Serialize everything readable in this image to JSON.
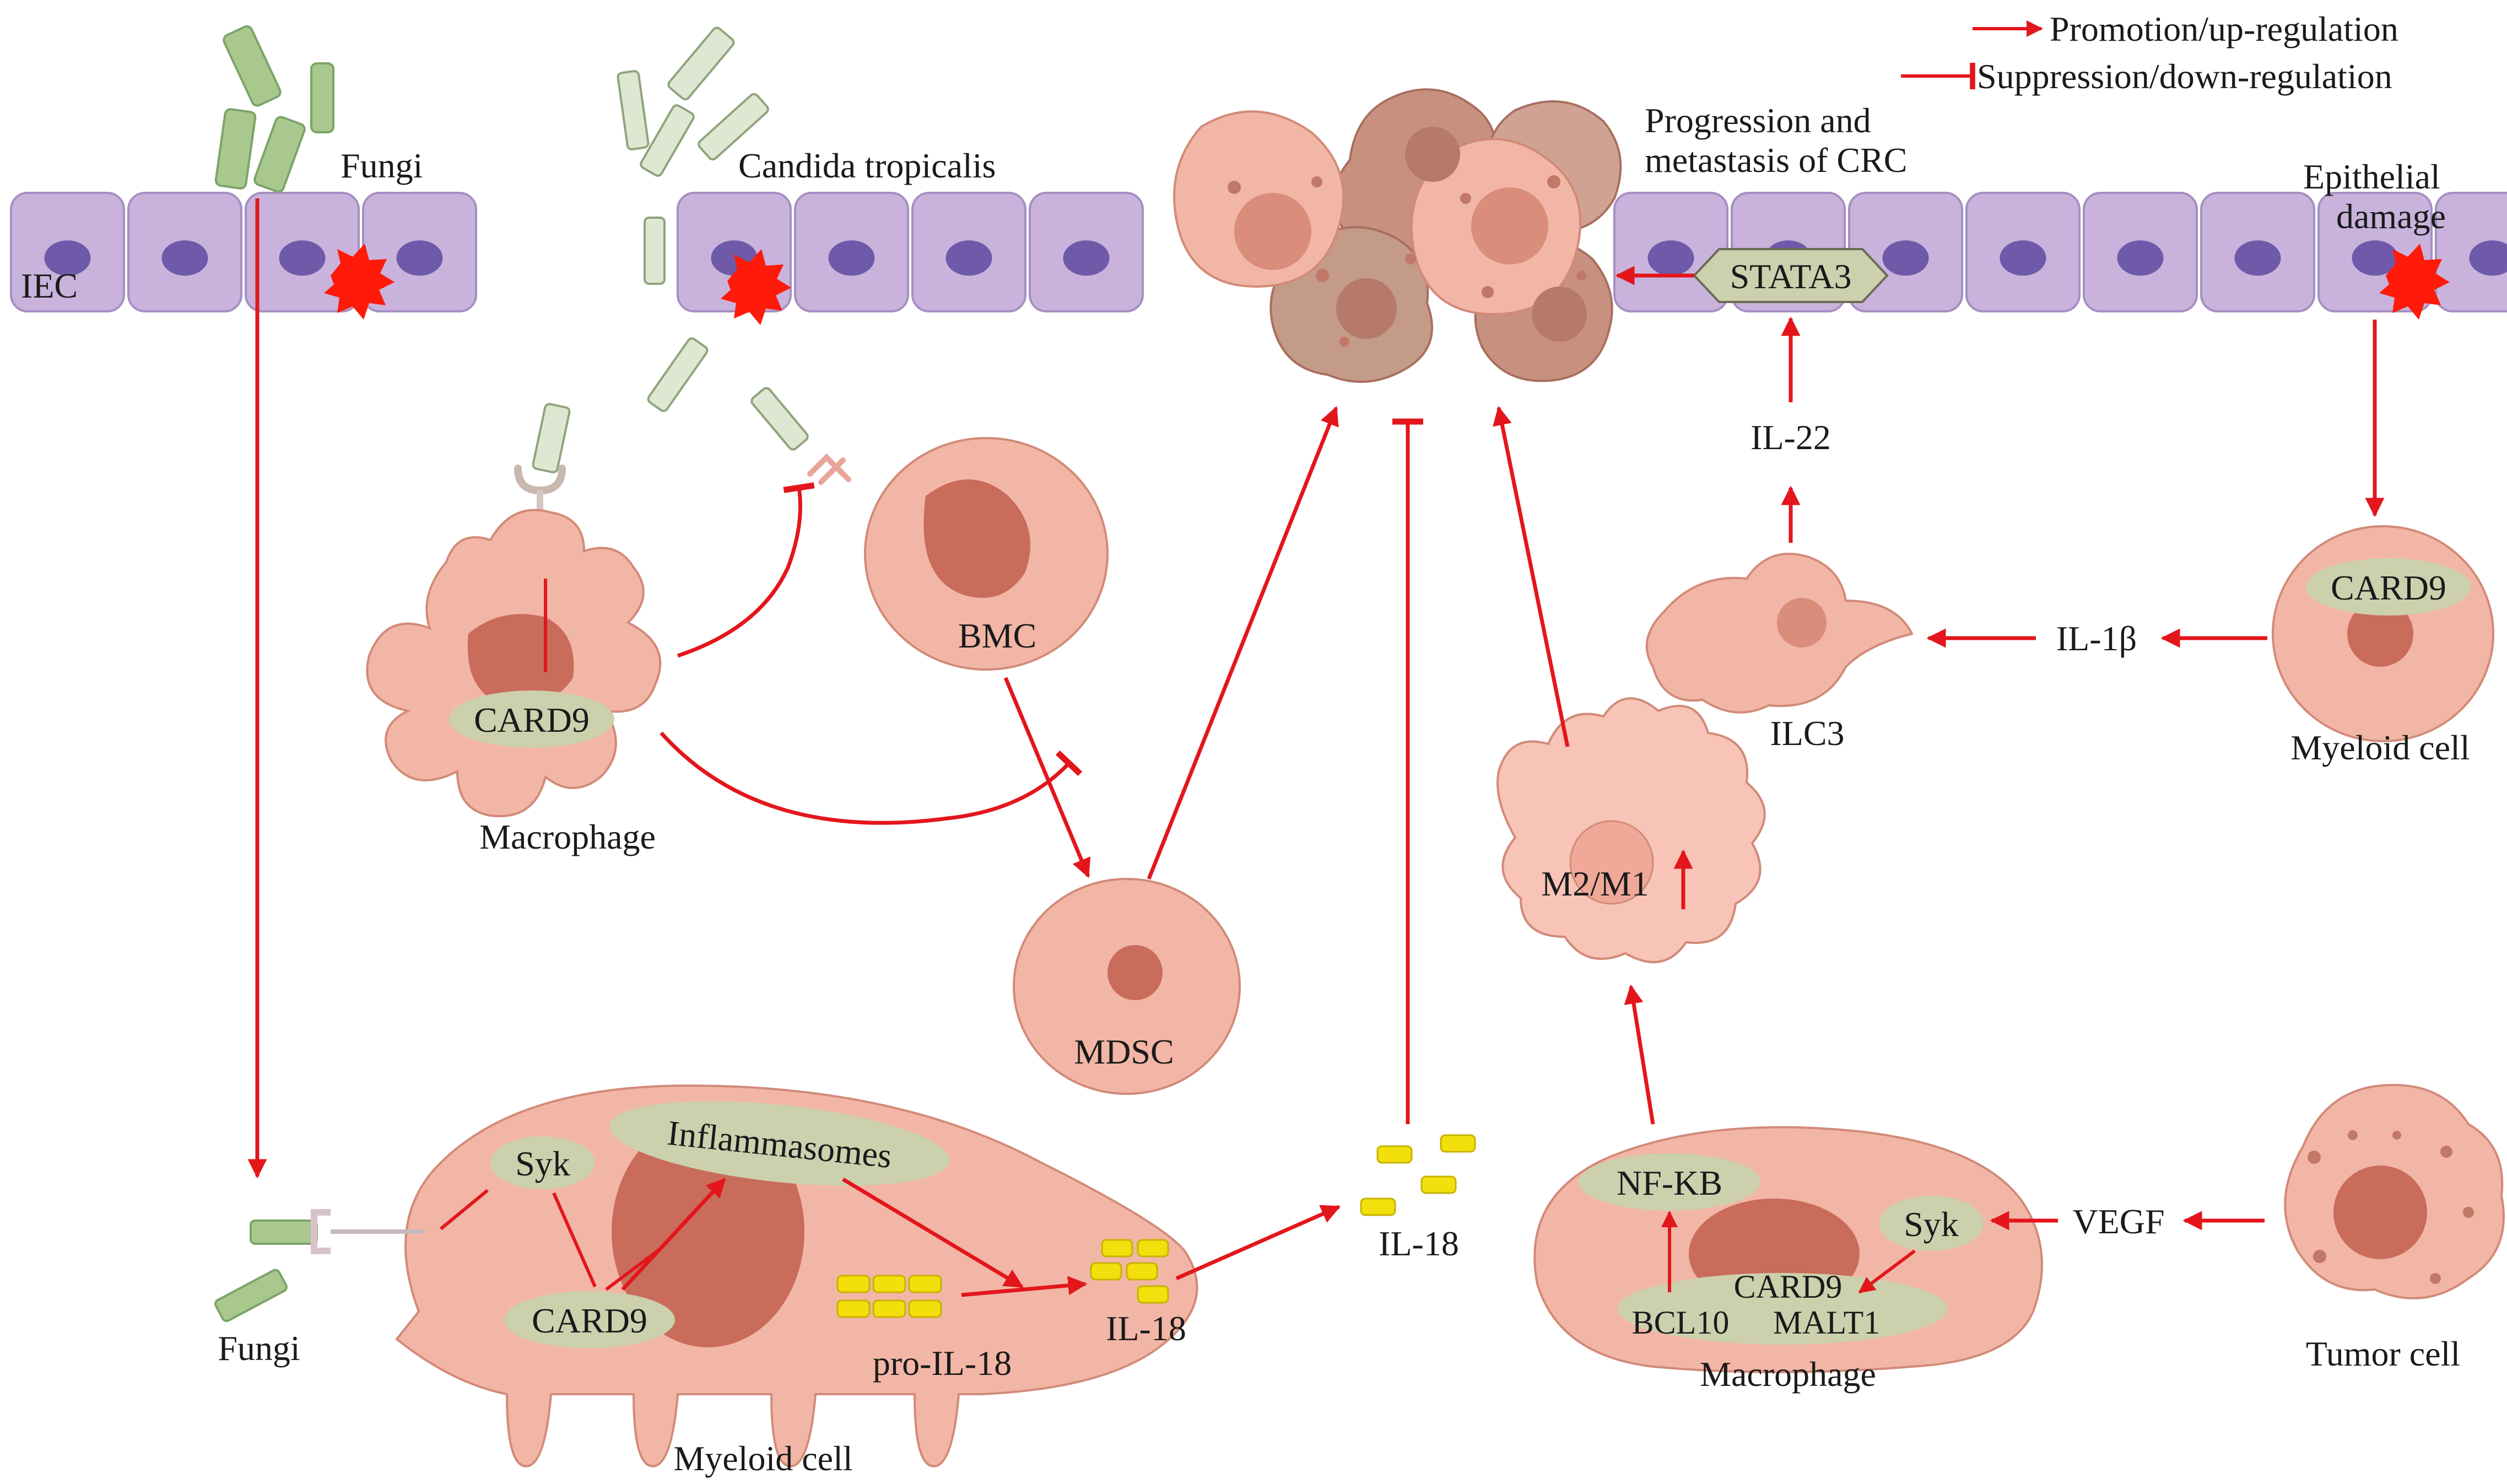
{
  "legend": {
    "promotion": "Promotion/up-regulation",
    "suppression": "Suppression/down-regulation"
  },
  "labels": {
    "fungi_top": "Fungi",
    "candida": "Candida tropicalis",
    "iec": "IEC",
    "progression_line1": "Progression and",
    "progression_line2": "metastasis of CRC",
    "epithelial_line1": "Epithelial",
    "epithelial_line2": "damage",
    "stat3": "STATA3",
    "il22": "IL-22",
    "ilc3": "ILC3",
    "il1b": "IL-1β",
    "card9_myeloid": "CARD9",
    "myeloid_cell_right": "Myeloid cell",
    "bmc": "BMC",
    "card9_macrophage": "CARD9",
    "macrophage_left": "Macrophage",
    "mdsc": "MDSC",
    "m2m1": "M2/M1",
    "il18_free": "IL-18",
    "syk_left": "Syk",
    "inflammasomes": "Inflammasomes",
    "card9_bottom": "CARD9",
    "pro_il18": "pro-IL-18",
    "il18_inside": "IL-18",
    "fungi_bottom": "Fungi",
    "myeloid_cell_bottom": "Myeloid cell",
    "nfkb": "NF-KB",
    "syk_right": "Syk",
    "card9_right": "CARD9",
    "bcl10": "BCL10",
    "malt1": "MALT1",
    "macrophage_right": "Macrophage",
    "vegf": "VEGF",
    "tumor_cell": "Tumor cell"
  },
  "colors": {
    "arrow": "#e3161c",
    "cell": "#f2b6a6",
    "nucleus": "#c96c5c",
    "epithelium": "#c9b3dc",
    "epithelium_nucleus": "#6e5aa8",
    "label_pill": "#cdd0ad",
    "fungi": "#a9c88e",
    "damage": "#ff1a0a",
    "il18": "#f2df0c"
  }
}
